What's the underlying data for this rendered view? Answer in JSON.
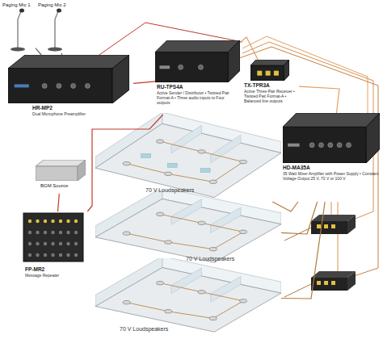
{
  "diagram": {
    "nodes": [
      {
        "text": [
          "Paging Mic 1"
        ]
      },
      {
        "text": [
          "Paging Mic 2"
        ]
      },
      {
        "text": [
          "HR-MP2",
          "Dual Microphone Preamplifier"
        ]
      },
      {
        "text": [
          "RU-TPS4A",
          "Active Sender / Distributor • Twisted Pair Format-A • Three audio inputs to Four outputs"
        ]
      },
      {
        "text": [
          "TX-TPR3A",
          "Active Three-Pair Receiver • Twisted Pair Format-A • Balanced line outputs"
        ]
      },
      {
        "text": [
          "HD-MA35A",
          "35 Watt Mixer Amplifier with Power Supply • Constant Voltage Output 25 V, 70 V or 100 V"
        ]
      },
      {
        "text": [
          "BGM Source"
        ]
      },
      {
        "text": [
          "FP-MR2",
          "Message Repeater"
        ]
      },
      {
        "text": [
          "70 V Loudspeakers"
        ]
      },
      {
        "text": [
          "70 V Loudspeakers"
        ]
      },
      {
        "text": [
          "70 V Loudspeakers"
        ]
      }
    ],
    "edges": [
      {
        "from": 0,
        "to": 2,
        "arrow": "none"
      },
      {
        "from": 1,
        "to": 2,
        "arrow": "none"
      },
      {
        "from": 2,
        "to": 3,
        "arrow": "none"
      },
      {
        "from": 3,
        "to": 4,
        "arrow": "none"
      },
      {
        "from": 4,
        "to": 5,
        "arrow": "none"
      },
      {
        "from": 6,
        "to": 7,
        "arrow": "none"
      },
      {
        "from": 7,
        "to": 3,
        "arrow": "none"
      },
      {
        "from": 5,
        "to": 8,
        "arrow": "none"
      },
      {
        "from": 5,
        "to": 9,
        "arrow": "none"
      },
      {
        "from": 5,
        "to": 10,
        "arrow": "none"
      }
    ]
  }
}
